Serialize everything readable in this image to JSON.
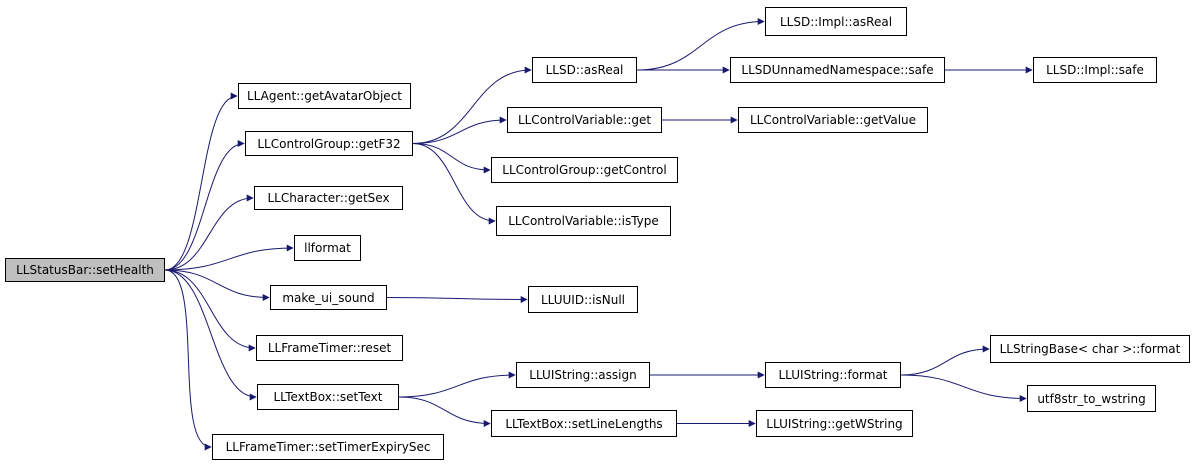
{
  "colors": {
    "edge": "#191970",
    "root_fill": "#bfbfbf",
    "node_fill": "#ffffff",
    "border": "#000000"
  },
  "nodes": [
    {
      "id": "root",
      "label": "LLStatusBar::setHealth"
    },
    {
      "id": "getAvatarObject",
      "label": "LLAgent::getAvatarObject"
    },
    {
      "id": "getF32",
      "label": "LLControlGroup::getF32"
    },
    {
      "id": "getSex",
      "label": "LLCharacter::getSex"
    },
    {
      "id": "llformat",
      "label": "llformat"
    },
    {
      "id": "make_ui_sound",
      "label": "make_ui_sound"
    },
    {
      "id": "reset",
      "label": "LLFrameTimer::reset"
    },
    {
      "id": "setText",
      "label": "LLTextBox::setText"
    },
    {
      "id": "setTimerExpirySec",
      "label": "LLFrameTimer::setTimerExpirySec"
    },
    {
      "id": "asReal",
      "label": "LLSD::asReal"
    },
    {
      "id": "cv_get",
      "label": "LLControlVariable::get"
    },
    {
      "id": "getControl",
      "label": "LLControlGroup::getControl"
    },
    {
      "id": "isType",
      "label": "LLControlVariable::isType"
    },
    {
      "id": "isNull",
      "label": "LLUUID::isNull"
    },
    {
      "id": "assign",
      "label": "LLUIString::assign"
    },
    {
      "id": "setLineLengths",
      "label": "LLTextBox::setLineLengths"
    },
    {
      "id": "impl_asReal",
      "label": "LLSD::Impl::asReal"
    },
    {
      "id": "safe",
      "label": "LLSDUnnamedNamespace::safe"
    },
    {
      "id": "getValue",
      "label": "LLControlVariable::getValue"
    },
    {
      "id": "uis_format",
      "label": "LLUIString::format"
    },
    {
      "id": "getWString",
      "label": "LLUIString::getWString"
    },
    {
      "id": "impl_safe",
      "label": "LLSD::Impl::safe"
    },
    {
      "id": "sb_format",
      "label": "LLStringBase< char >::format"
    },
    {
      "id": "utf8",
      "label": "utf8str_to_wstring"
    }
  ],
  "edges": [
    [
      "root",
      "getAvatarObject"
    ],
    [
      "root",
      "getF32"
    ],
    [
      "root",
      "getSex"
    ],
    [
      "root",
      "llformat"
    ],
    [
      "root",
      "make_ui_sound"
    ],
    [
      "root",
      "reset"
    ],
    [
      "root",
      "setText"
    ],
    [
      "root",
      "setTimerExpirySec"
    ],
    [
      "getF32",
      "asReal"
    ],
    [
      "getF32",
      "cv_get"
    ],
    [
      "getF32",
      "getControl"
    ],
    [
      "getF32",
      "isType"
    ],
    [
      "asReal",
      "impl_asReal"
    ],
    [
      "asReal",
      "safe"
    ],
    [
      "safe",
      "impl_safe"
    ],
    [
      "cv_get",
      "getValue"
    ],
    [
      "make_ui_sound",
      "isNull"
    ],
    [
      "setText",
      "assign"
    ],
    [
      "setText",
      "setLineLengths"
    ],
    [
      "assign",
      "uis_format"
    ],
    [
      "uis_format",
      "sb_format"
    ],
    [
      "uis_format",
      "utf8"
    ],
    [
      "setLineLengths",
      "getWString"
    ]
  ]
}
